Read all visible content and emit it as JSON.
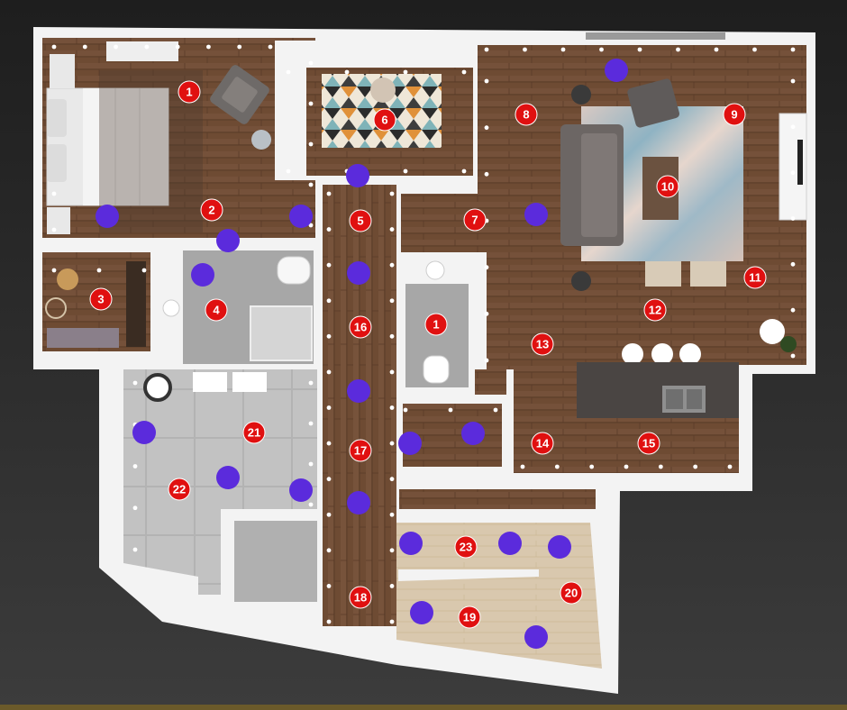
{
  "colors": {
    "wall": "#f3f3f3",
    "wood": "#6e4b33",
    "wood_grain": "#5a3c28",
    "tile": "#c4c4c4",
    "tile_light": "#b5b5b5",
    "light_wood": "#d8c7ae",
    "marker_red": "#e01010",
    "sensor_purple": "#5b2bdc",
    "spot_white": "#ffffff"
  },
  "room_labels": [
    {
      "id": "room-1-bedroom",
      "text": "1"
    },
    {
      "id": "room-2",
      "text": "2"
    },
    {
      "id": "room-3",
      "text": "3"
    },
    {
      "id": "room-4",
      "text": "4"
    },
    {
      "id": "room-5",
      "text": "5"
    },
    {
      "id": "room-6",
      "text": "6"
    },
    {
      "id": "room-7",
      "text": "7"
    },
    {
      "id": "room-8",
      "text": "8"
    },
    {
      "id": "room-9",
      "text": "9"
    },
    {
      "id": "room-10",
      "text": "10"
    },
    {
      "id": "room-11",
      "text": "11"
    },
    {
      "id": "room-12",
      "text": "12"
    },
    {
      "id": "room-13",
      "text": "13"
    },
    {
      "id": "room-14",
      "text": "14"
    },
    {
      "id": "room-15",
      "text": "15"
    },
    {
      "id": "room-16",
      "text": "16"
    },
    {
      "id": "room-1-bath",
      "text": "1"
    },
    {
      "id": "room-17",
      "text": "17"
    },
    {
      "id": "room-18",
      "text": "18"
    },
    {
      "id": "room-19",
      "text": "19"
    },
    {
      "id": "room-20",
      "text": "20"
    },
    {
      "id": "room-21",
      "text": "21"
    },
    {
      "id": "room-22",
      "text": "22"
    },
    {
      "id": "room-23",
      "text": "23"
    }
  ],
  "sensor_count": 21,
  "icons": [
    "bed-icon",
    "sofa-icon",
    "armchair-icon",
    "rug-icon",
    "toilet-icon",
    "sink-icon",
    "shower-icon",
    "kitchen-island-icon",
    "bar-stool-icon",
    "plant-icon",
    "desk-icon",
    "tv-console-icon"
  ]
}
